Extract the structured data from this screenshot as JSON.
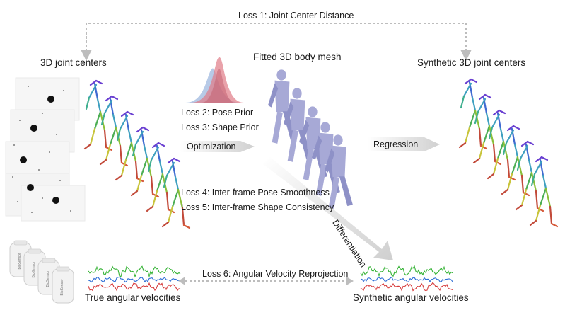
{
  "loss1": "Loss 1: Joint Center Distance",
  "loss2": "Loss 2: Pose Prior",
  "loss3": "Loss 3: Shape Prior",
  "loss4": "Loss 4: Inter-frame Pose Smoothness",
  "loss5": "Loss 5: Inter-frame Shape Consistency",
  "loss6": "Loss 6: Angular Velocity Reprojection",
  "optimization": "Optimization",
  "regression": "Regression",
  "differentiation": "Differentiation",
  "joint_centers_title": "3D joint centers",
  "mesh_title": "Fitted 3D body mesh",
  "synthetic_joints_title": "Synthetic 3D joint centers",
  "true_velocities": "True angular velocities",
  "synthetic_velocities": "Synthetic angular velocities",
  "imu_brand": "BioSensor",
  "colors": {
    "dashed": "#bdbdbd",
    "arrow": "#d6d6d6",
    "mesh": "#a7a9d6",
    "signal_green": "#33b233",
    "signal_blue": "#2f6fd6",
    "signal_red": "#d63b3b",
    "prior_red": "#e07a86",
    "prior_blue": "#9fb8df"
  }
}
